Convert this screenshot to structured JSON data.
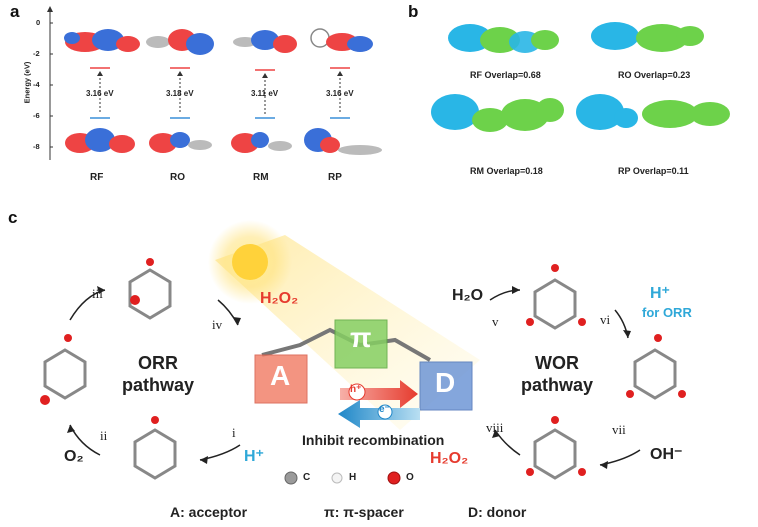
{
  "panel_a": {
    "letter": "a",
    "ylabel": "Energy (eV)",
    "yticks": [
      "0",
      "-2",
      "-4",
      "-6",
      "-8"
    ],
    "molecules": [
      {
        "name": "RF",
        "gap": "3.16 eV"
      },
      {
        "name": "RO",
        "gap": "3.18 eV"
      },
      {
        "name": "RM",
        "gap": "3.11 eV"
      },
      {
        "name": "RP",
        "gap": "3.16 eV"
      }
    ]
  },
  "panel_b": {
    "letter": "b",
    "overlaps": [
      "RF Overlap=0.68",
      "RO Overlap=0.23",
      "RM Overlap=0.18",
      "RP Overlap=0.11"
    ]
  },
  "panel_c": {
    "letter": "c",
    "orr": [
      "ORR",
      "pathway"
    ],
    "wor": [
      "WOR",
      "pathway"
    ],
    "blocks": {
      "a": "A",
      "pi": "π",
      "d": "D"
    },
    "h_plus_label": "h⁺",
    "e_minus_label": "e⁻",
    "inhibit": "Inhibit recombination",
    "steps": [
      "i",
      "ii",
      "iii",
      "iv",
      "v",
      "vi",
      "vii",
      "viii"
    ],
    "h2o2_top": "H₂O₂",
    "h2o2_bottom": "H₂O₂",
    "o2": "O₂",
    "h_plus_left": "H⁺",
    "h2o": "H₂O",
    "h_plus_orr": "H⁺",
    "for_orr": "for ORR",
    "oh_minus": "OH⁻",
    "atom_legend": [
      {
        "label": "C",
        "color": "#9a9a9a"
      },
      {
        "label": "H",
        "color": "#f4f4f4"
      },
      {
        "label": "O",
        "color": "#e02020"
      }
    ],
    "legend": [
      "A: acceptor",
      "π: π-spacer",
      "D: donor"
    ]
  },
  "colors": {
    "red": "#e63b2e",
    "blue": "#2fa8d8",
    "homo_lumo_red": "#e44",
    "homo_lumo_blue": "#3a8fd8"
  }
}
